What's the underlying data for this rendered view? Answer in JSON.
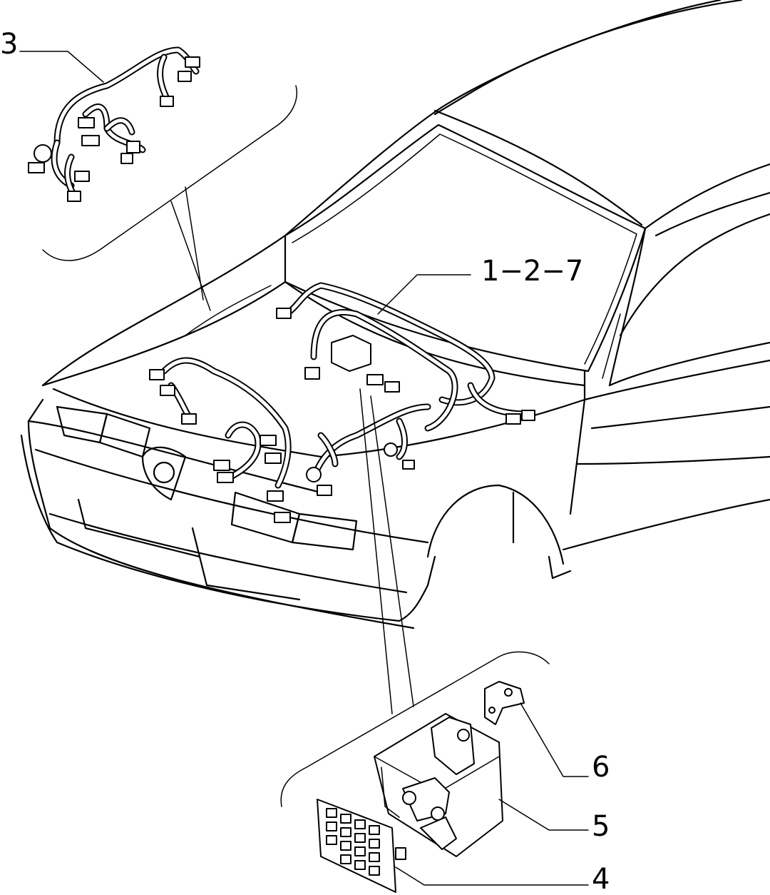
{
  "callouts": {
    "harness_engine": "3",
    "harness_main": "1−2−7",
    "fuse_cover": "4",
    "fuse_box": "5",
    "bracket": "6"
  }
}
